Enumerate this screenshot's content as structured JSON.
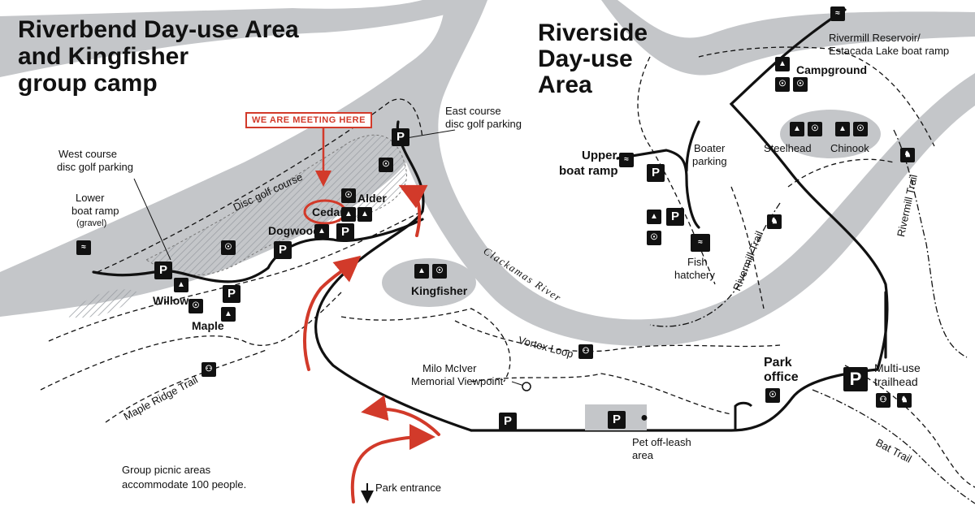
{
  "titles": {
    "riverbend_line1": "Riverbend Day-use Area",
    "riverbend_line2": "and Kingfisher",
    "riverbend_line3": "group camp",
    "riverside_line1": "Riverside",
    "riverside_line2": "Day-use",
    "riverside_line3": "Area"
  },
  "callout": {
    "meeting": "WE ARE MEETING HERE"
  },
  "labels": {
    "east_parking_1": "East course",
    "east_parking_2": "disc golf parking",
    "west_parking_1": "West course",
    "west_parking_2": "disc golf parking",
    "lower_ramp_1": "Lower",
    "lower_ramp_2": "boat ramp",
    "lower_ramp_3": "(gravel)",
    "disc_golf": "Disc golf course",
    "cedar": "Cedar",
    "alder": "Alder",
    "dogwood": "Dogwood",
    "willow": "Willow",
    "maple": "Maple",
    "kingfisher": "Kingfisher",
    "maple_ridge": "Maple Ridge Trail",
    "clackamas": "Clackamas River",
    "vortex": "Vortex Loop",
    "milo_1": "Milo McIver",
    "milo_2": "Memorial Viewpoint",
    "group_note_1": "Group picnic areas",
    "group_note_2": "accommodate 100 people.",
    "park_entrance": "Park entrance",
    "pet_1": "Pet off-leash",
    "pet_2": "area",
    "park_office_1": "Park",
    "park_office_2": "office",
    "multi_1": "Multi-use",
    "multi_2": "trailhead",
    "bat": "Bat Trail",
    "rivermill_trail": "Rivermill Trail",
    "rivermill_trail_2": "Rivermill Trail",
    "reservoir_1": "Rivermill Reservoir/",
    "reservoir_2": "Estacada Lake boat ramp",
    "campground": "Campground",
    "steelhead": "Steelhead",
    "chinook": "Chinook",
    "upper_ramp_1": "Upper",
    "upper_ramp_2": "boat ramp",
    "boater_1": "Boater",
    "boater_2": "parking",
    "fish_1": "Fish",
    "fish_2": "hatchery"
  },
  "icons": {
    "parking": "P",
    "picnic_shelter": "shelter-icon",
    "restroom": "restroom-icon",
    "boat_ramp": "boat-ramp-icon",
    "hiker": "hiker-icon",
    "horse": "horse-icon",
    "campground": "tent-icon",
    "viewpoint": "viewpoint-icon",
    "pet": "dog-icon",
    "fish": "fish-icon"
  },
  "colors": {
    "river": "#c4c6c9",
    "disc_golf_hatch": "#9a9ea3",
    "road": "#111111",
    "route_arrow": "#d23a2a",
    "callout": "#d23a2a"
  }
}
